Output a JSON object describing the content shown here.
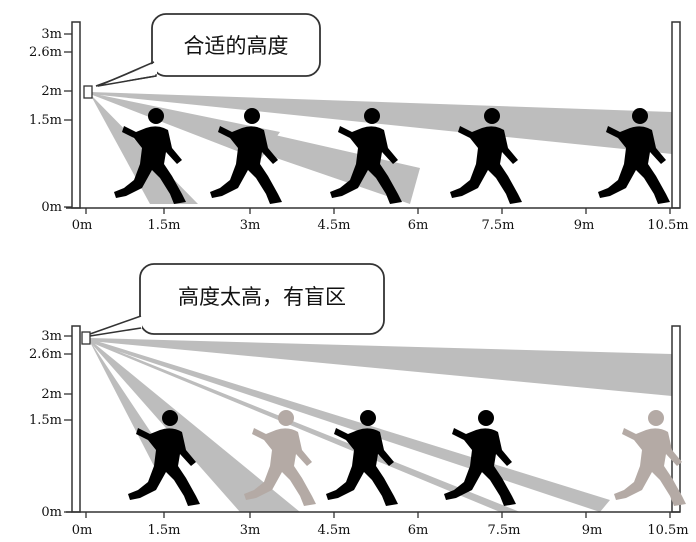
{
  "panels": [
    {
      "callout": "合适的高度",
      "y_ticks": [
        "3m",
        "2.6m",
        "2m",
        "1.5m",
        "0m"
      ],
      "x_ticks": [
        "0m",
        "1.5m",
        "3m",
        "4.5m",
        "6m",
        "7.5m",
        "9m",
        "10.5m"
      ],
      "figures": [
        "visible",
        "visible",
        "visible",
        "visible",
        "visible"
      ]
    },
    {
      "callout": "高度太高，有盲区",
      "y_ticks": [
        "3m",
        "2.6m",
        "2m",
        "1.5m",
        "0m"
      ],
      "x_ticks": [
        "0m",
        "1.5m",
        "3m",
        "4.5m",
        "6m",
        "7.5m",
        "9m",
        "10.5m"
      ],
      "figures": [
        "visible",
        "hidden",
        "visible",
        "visible",
        "hidden"
      ]
    }
  ],
  "colors": {
    "beam": "#bdbdbd",
    "figure_visible": "#000000",
    "figure_hidden": "#b4aaa5",
    "line": "#333333"
  }
}
